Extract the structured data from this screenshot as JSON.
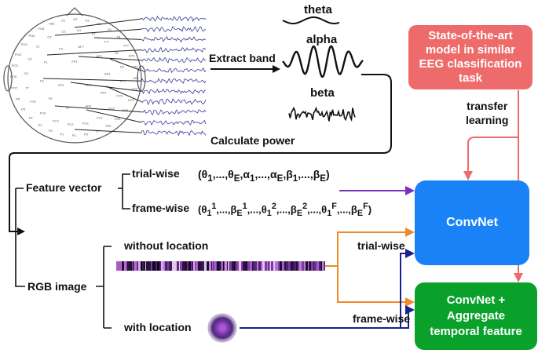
{
  "bands": {
    "theta": "theta",
    "alpha": "alpha",
    "beta": "beta"
  },
  "steps": {
    "extract_band": "Extract band",
    "calculate_power": "Calculate power"
  },
  "feature_vector": {
    "label": "Feature vector",
    "trial_wise_label": "trial-wise",
    "frame_wise_label": "frame-wise"
  },
  "rgb_image": {
    "label": "RGB image",
    "without_location": "without location",
    "with_location": "with location"
  },
  "sota_box": {
    "line1": "State-of-the-art",
    "line2": "model in similar",
    "line3": "EEG classification",
    "line4": "task",
    "color": "#ee6b6b"
  },
  "transfer": {
    "line1": "transfer",
    "line2": "learning"
  },
  "convnet_box": {
    "label": "ConvNet",
    "color": "#1a82f7"
  },
  "aggregate_box": {
    "line1": "ConvNet +",
    "line2": "Aggregate",
    "line3": "temporal feature",
    "color": "#0aa12b"
  },
  "arrow_labels": {
    "trial_wise": "trial-wise",
    "frame_wise": "frame-wise"
  },
  "colors": {
    "purple": "#7a2fbf",
    "orange": "#ef8a2a",
    "navy": "#1a1f8f",
    "salmon": "#ee6b6b"
  },
  "electrode_labels": [
    "FP1",
    "FPZ",
    "FP2",
    "AF7",
    "AF3",
    "AFZ",
    "AF4",
    "AF8",
    "F7",
    "F5",
    "F3",
    "F1",
    "FZ",
    "F2",
    "F4",
    "F6",
    "F8",
    "FT7",
    "FC5",
    "FC3",
    "FC1",
    "FCZ",
    "FC2",
    "FC4",
    "FC6",
    "FT8",
    "T7",
    "C5",
    "C3",
    "C1",
    "CZ",
    "C2",
    "C4",
    "C6",
    "T8",
    "TP7",
    "CP5",
    "CP3",
    "CP1",
    "CPZ",
    "CP2",
    "CP4",
    "CP6",
    "TP8",
    "P7",
    "P5",
    "P3",
    "P1",
    "PZ",
    "P2",
    "P4",
    "P6",
    "P8",
    "PO7",
    "PO5",
    "PO3",
    "POZ",
    "PO4",
    "PO6",
    "PO8",
    "CB1",
    "O1",
    "OZ",
    "O2",
    "CB2"
  ]
}
